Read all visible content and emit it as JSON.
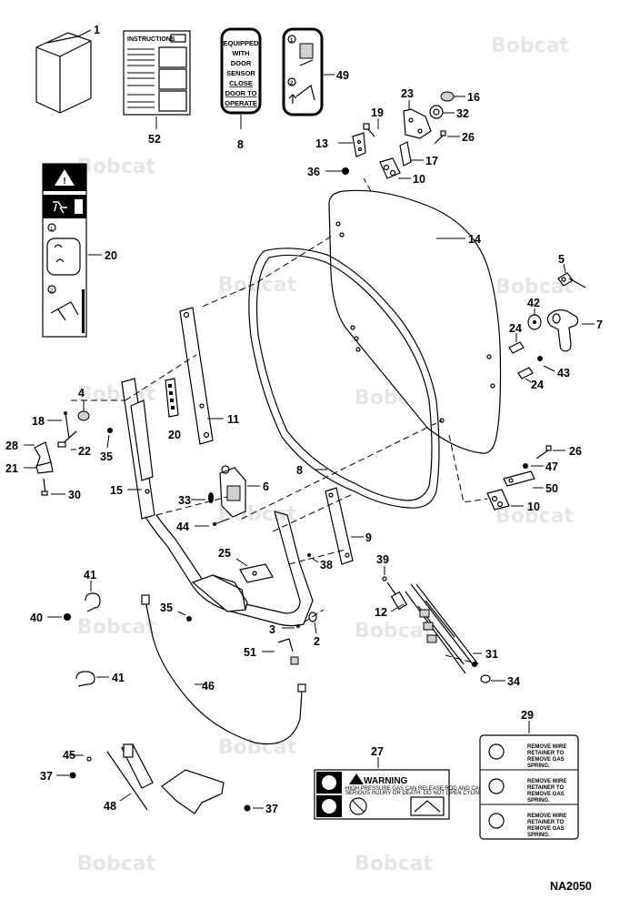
{
  "watermark": "Bobcat",
  "figure_code": "NA2050",
  "labels": {
    "instructions": "INSTRUCTIONS",
    "door_sensor_lines": [
      "EQUIPPED",
      "WITH",
      "DOOR",
      "SENSOR",
      "CLOSE",
      "DOOR TO",
      "OPERATE"
    ],
    "warning_title": "WARNING",
    "warning_text_1": "HIGH PRESSURE GAS CAN RELEASE ROD AND CAUSE",
    "warning_text_2": "SERIOUS INJURY OR DEATH. DO NOT OPEN CYLINDER.",
    "remove_wire_lines": [
      "REMOVE WIRE",
      "RETAINER TO",
      "REMOVE GAS",
      "SPRING."
    ]
  },
  "callouts": [
    "1",
    "52",
    "8",
    "49",
    "23",
    "16",
    "32",
    "19",
    "13",
    "26",
    "17",
    "36",
    "10",
    "14",
    "20",
    "5",
    "42",
    "7",
    "24",
    "43",
    "24",
    "4",
    "18",
    "35",
    "11",
    "20",
    "28",
    "22",
    "21",
    "30",
    "15",
    "6",
    "8",
    "33",
    "44",
    "26",
    "47",
    "50",
    "10",
    "9",
    "39",
    "38",
    "25",
    "41",
    "12",
    "35",
    "40",
    "3",
    "2",
    "51",
    "31",
    "34",
    "41",
    "46",
    "29",
    "27",
    "45",
    "37",
    "48",
    "37"
  ]
}
